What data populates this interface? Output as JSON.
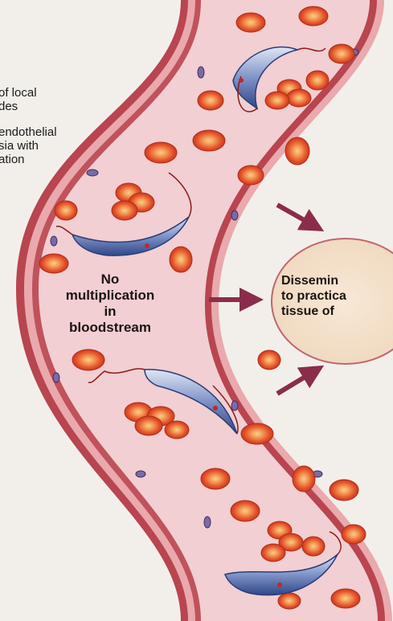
{
  "left_caption": {
    "lines": [
      "of local",
      "des",
      "endothelial",
      "sia with",
      "ation"
    ]
  },
  "center_label": {
    "lines": [
      "No",
      "multiplication",
      "in",
      "bloodstream"
    ]
  },
  "dissemination_label": {
    "lines": [
      "Dissemin",
      "to practica",
      "tissue of"
    ]
  },
  "colors": {
    "vessel_wall": "#b84550",
    "vessel_interior": "#f1cfd2",
    "red_blood_cell": "#e8502e",
    "parasite": "#3b55a0",
    "arrow": "#8a2d4a",
    "tissue": "#f3dfc8"
  },
  "icons": [
    "red-blood-cell-icon",
    "trypanosome-icon",
    "endothelial-cell-icon",
    "arrow-icon"
  ]
}
